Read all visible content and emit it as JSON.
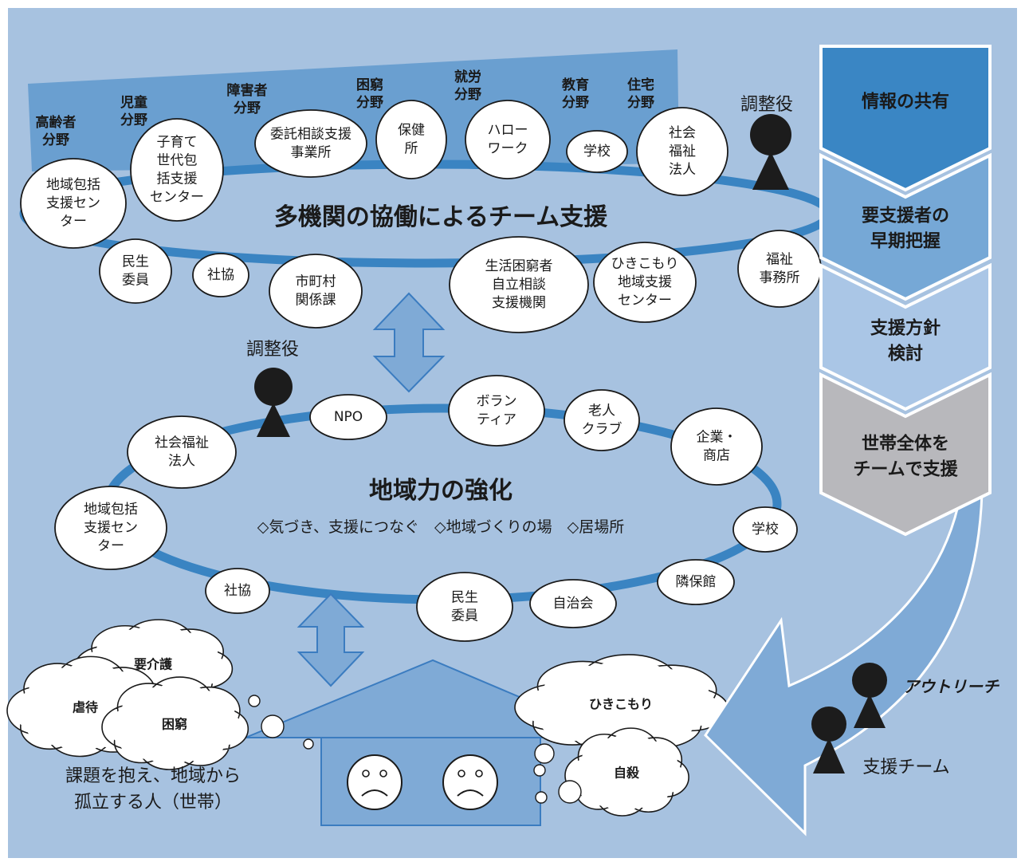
{
  "colors": {
    "background": "#a7c2e0",
    "band": "#6a9fd0",
    "ring": "#3a84c2",
    "house": "#7faad6",
    "arrow": "#7faad6",
    "step1": "#3a86c4",
    "step2": "#76a8d6",
    "step3": "#aac6e6",
    "step4": "#b8b8bc"
  },
  "top": {
    "title": "多機関の協働によるチーム支援",
    "coordinator": "調整役",
    "categories": [
      [
        "高齢者",
        "分野"
      ],
      [
        "児童",
        "分野"
      ],
      [
        "障害者",
        "分野"
      ],
      [
        "困窮",
        "分野"
      ],
      [
        "就労",
        "分野"
      ],
      [
        "教育",
        "分野"
      ],
      [
        "住宅",
        "分野"
      ]
    ],
    "bubbles": [
      [
        "地域包括",
        "支援セン",
        "ター"
      ],
      [
        "子育て",
        "世代包",
        "括支援",
        "センター"
      ],
      [
        "委託相談支援",
        "事業所"
      ],
      [
        "保健",
        "所"
      ],
      [
        "ハロー",
        "ワーク"
      ],
      [
        "学校"
      ],
      [
        "社会",
        "福祉",
        "法人"
      ],
      [
        "民生",
        "委員"
      ],
      [
        "社協"
      ],
      [
        "市町村",
        "関係課"
      ],
      [
        "生活困窮者",
        "自立相談",
        "支援機関"
      ],
      [
        "ひきこもり",
        "地域支援",
        "センター"
      ],
      [
        "福祉",
        "事務所"
      ]
    ]
  },
  "middle": {
    "title": "地域力の強化",
    "subtitle": "◇気づき、支援につなぐ　◇地域づくりの場　◇居場所",
    "coordinator": "調整役",
    "bubbles": [
      [
        "NPO"
      ],
      [
        "ボラン",
        "ティア"
      ],
      [
        "老人",
        "クラブ"
      ],
      [
        "企業・",
        "商店"
      ],
      [
        "社会福祉",
        "法人"
      ],
      [
        "地域包括",
        "支援セン",
        "ター"
      ],
      [
        "学校"
      ],
      [
        "隣保館"
      ],
      [
        "社協"
      ],
      [
        "民生",
        "委員"
      ],
      [
        "自治会"
      ]
    ]
  },
  "bottom": {
    "clouds": [
      "要介護",
      "虐待",
      "困窮",
      "ひきこもり",
      "自殺"
    ],
    "caption": [
      "課題を抱え、地域から",
      "孤立する人（世帯）"
    ]
  },
  "steps": [
    [
      "情報の共有"
    ],
    [
      "要支援者の",
      "早期把握"
    ],
    [
      "支援方針",
      "検討"
    ],
    [
      "世帯全体を",
      "チームで支援"
    ]
  ],
  "outreach": {
    "label": "アウトリーチ",
    "team": "支援チーム"
  }
}
